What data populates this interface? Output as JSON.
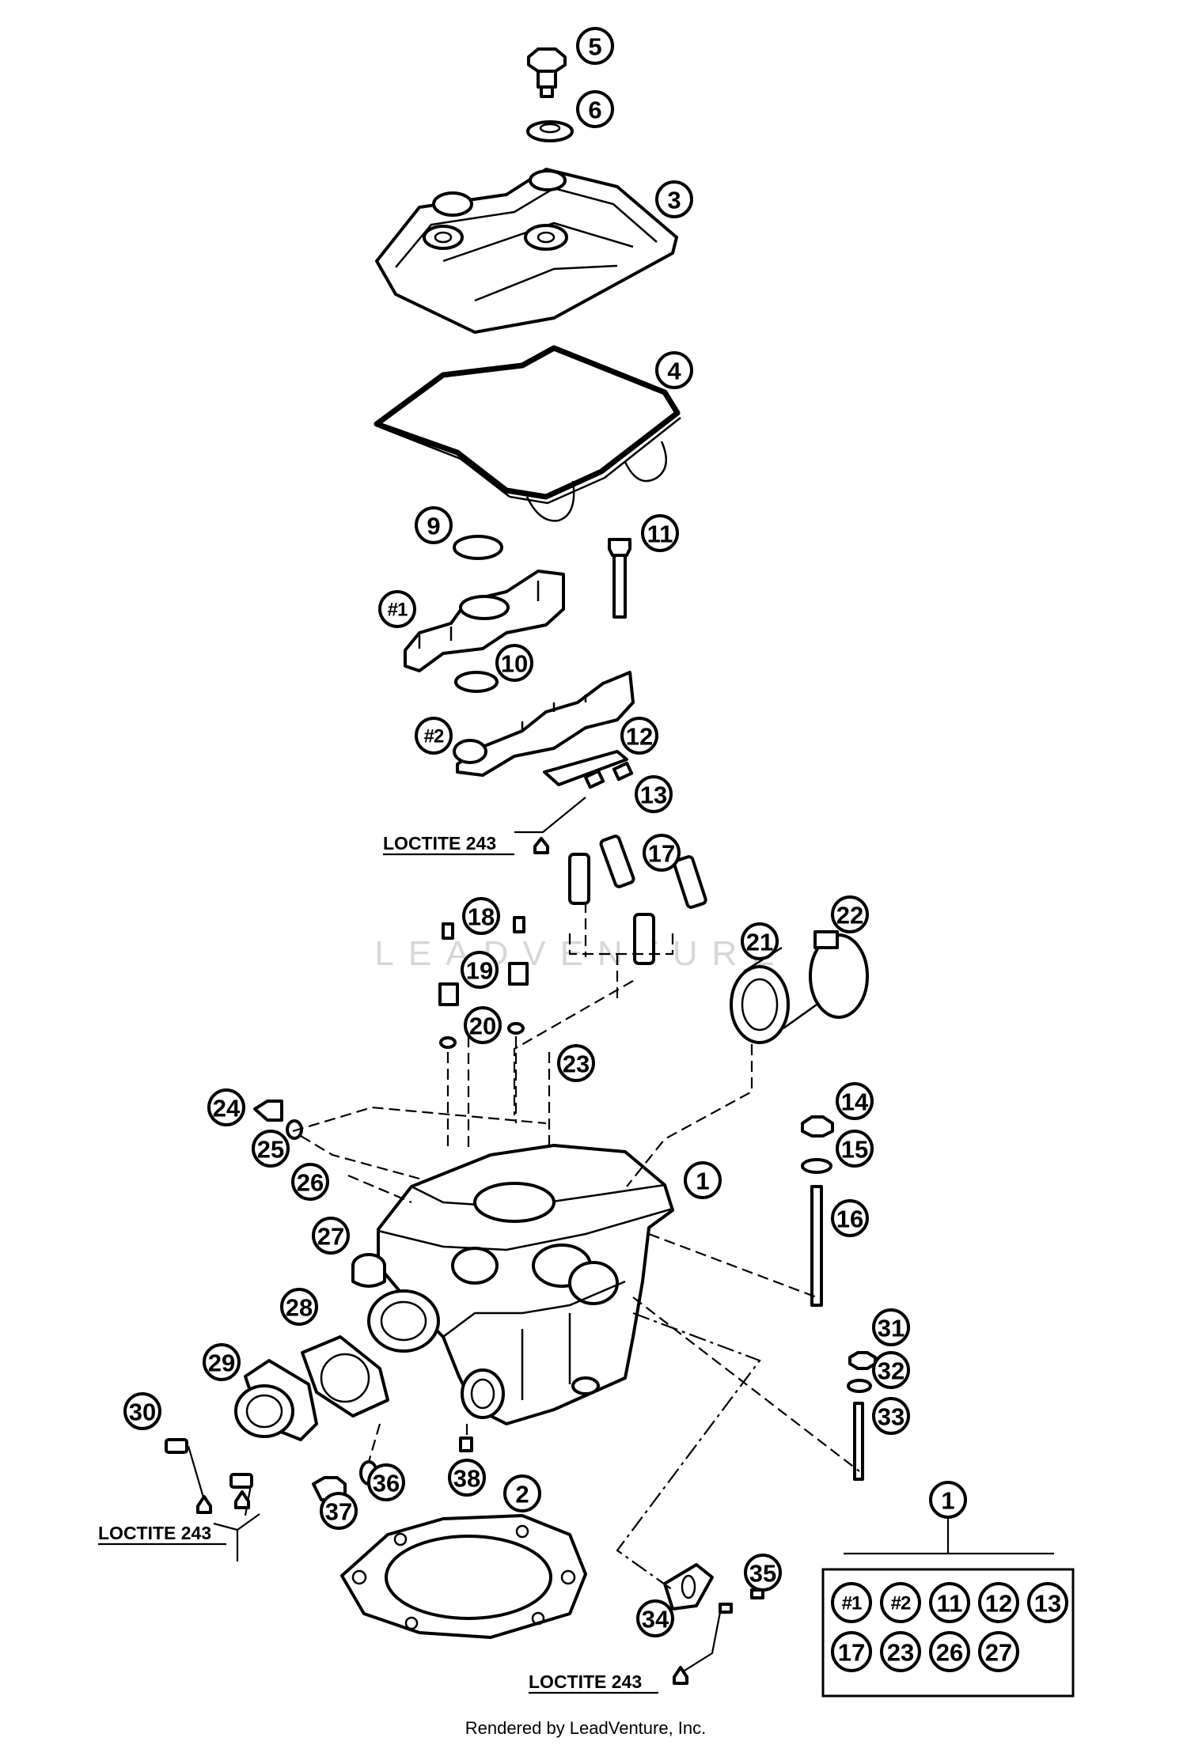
{
  "diagram": {
    "callouts": {
      "c1": "1",
      "c2": "2",
      "c3": "3",
      "c4": "4",
      "c5": "5",
      "c6": "6",
      "c9": "9",
      "c10": "10",
      "c11": "11",
      "c12": "12",
      "c13": "13",
      "c14": "14",
      "c15": "15",
      "c16": "16",
      "c17": "17",
      "c18": "18",
      "c19": "19",
      "c20": "20",
      "c21": "21",
      "c22": "22",
      "c23": "23",
      "c24": "24",
      "c25": "25",
      "c26": "26",
      "c27": "27",
      "c28": "28",
      "c29": "29",
      "c30": "30",
      "c31": "31",
      "c32": "32",
      "c33": "33",
      "c34": "34",
      "c35": "35",
      "c36": "36",
      "c37": "37",
      "c38": "38",
      "h1": "#1",
      "h2": "#2"
    },
    "notes": {
      "loctite_top": "LOCTITE 243",
      "loctite_left": "LOCTITE 243",
      "loctite_bottom": "LOCTITE 243"
    },
    "kit": {
      "header": "1",
      "items": [
        "#1",
        "#2",
        "11",
        "12",
        "13",
        "17",
        "23",
        "26",
        "27"
      ]
    },
    "watermark": "LEADVENTURE",
    "footer": "Rendered by LeadVenture, Inc."
  }
}
